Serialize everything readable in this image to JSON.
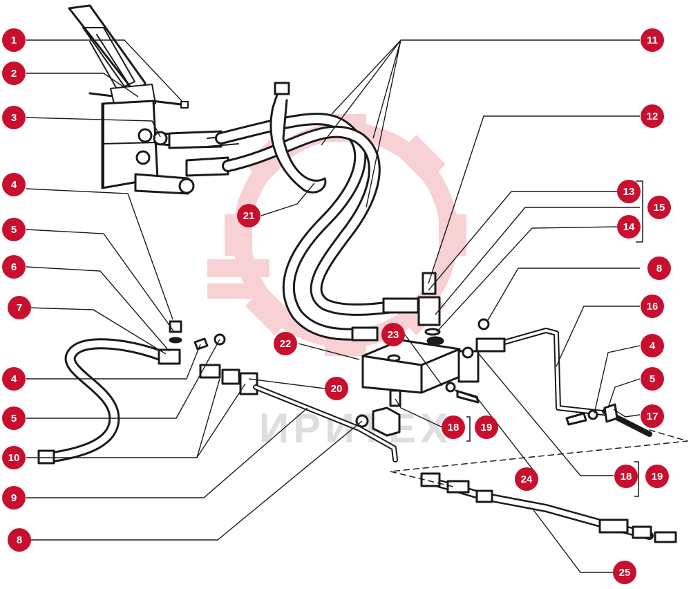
{
  "watermark": {
    "text": "ИРИТЕХ",
    "gear_color": "#f6c9cc",
    "text_color": "#d9d9d9"
  },
  "colors": {
    "callout_fill": "#c8102e",
    "callout_text": "#ffffff",
    "line": "#1a1a1a"
  },
  "callouts": [
    {
      "id": "c1",
      "label": "1"
    },
    {
      "id": "c2",
      "label": "2"
    },
    {
      "id": "c3",
      "label": "3"
    },
    {
      "id": "c4a",
      "label": "4"
    },
    {
      "id": "c5a",
      "label": "5"
    },
    {
      "id": "c6",
      "label": "6"
    },
    {
      "id": "c7",
      "label": "7"
    },
    {
      "id": "c4b",
      "label": "4"
    },
    {
      "id": "c5b",
      "label": "5"
    },
    {
      "id": "c10",
      "label": "10"
    },
    {
      "id": "c9",
      "label": "9"
    },
    {
      "id": "c8a",
      "label": "8"
    },
    {
      "id": "c11",
      "label": "11"
    },
    {
      "id": "c12",
      "label": "12"
    },
    {
      "id": "c13",
      "label": "13"
    },
    {
      "id": "c15",
      "label": "15"
    },
    {
      "id": "c14",
      "label": "14"
    },
    {
      "id": "c8b",
      "label": "8"
    },
    {
      "id": "c16",
      "label": "16"
    },
    {
      "id": "c4c",
      "label": "4"
    },
    {
      "id": "c5c",
      "label": "5"
    },
    {
      "id": "c17",
      "label": "17"
    },
    {
      "id": "c21",
      "label": "21"
    },
    {
      "id": "c22",
      "label": "22"
    },
    {
      "id": "c23",
      "label": "23"
    },
    {
      "id": "c20",
      "label": "20"
    },
    {
      "id": "c18a",
      "label": "18"
    },
    {
      "id": "c19a",
      "label": "19"
    },
    {
      "id": "c24",
      "label": "24"
    },
    {
      "id": "c18b",
      "label": "18"
    },
    {
      "id": "c19b",
      "label": "19"
    },
    {
      "id": "c25",
      "label": "25"
    }
  ]
}
